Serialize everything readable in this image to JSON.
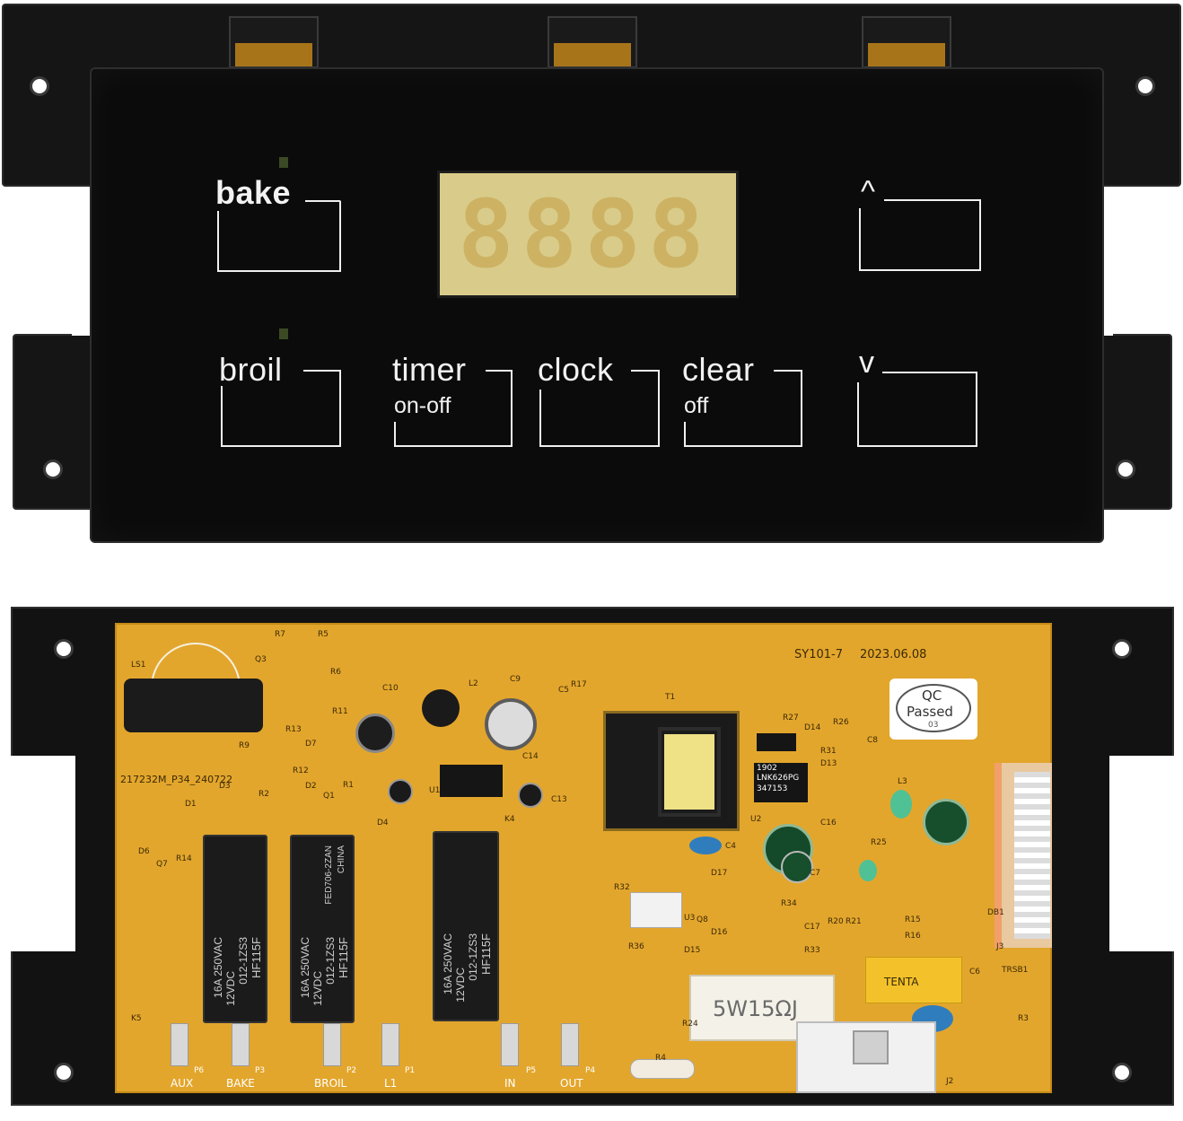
{
  "panel": {
    "display_digits": "8888",
    "buttons": {
      "bake": "bake",
      "broil": "broil",
      "timer": "timer",
      "timer_sub": "on-off",
      "clock": "clock",
      "clear": "clear",
      "clear_sub": "off",
      "up": "^",
      "down": "v"
    }
  },
  "board": {
    "model_silk": "SY101-7",
    "date_silk": "2023.06.08",
    "part_silk": "217232M_P34_240722",
    "qc_label": {
      "line1": "QC",
      "line2": "Passed",
      "line3": "03"
    },
    "relay_model": "HF115F",
    "relay_sub": "012-1ZS3",
    "relay_rating": "16A 250VAC",
    "relay_coil": "12VDC",
    "relay_country": "CHINA",
    "relay_code": "FED706-2ZAN",
    "resistor_label": "5W15ΩJ",
    "x_cap_label": "TENTA",
    "ic_label": "LNK626PG",
    "ic_sub": "347153",
    "ic_code": "1902",
    "connectors": [
      "AUX",
      "BAKE",
      "BROIL",
      "L1",
      "IN",
      "OUT"
    ],
    "connector_ids": [
      "P6",
      "P3",
      "P2",
      "P1",
      "P5",
      "P4"
    ],
    "designators": [
      "LS1",
      "C10",
      "L2",
      "C9",
      "C5",
      "R17",
      "T1",
      "R27",
      "D14",
      "R26",
      "R31",
      "D13",
      "C8",
      "U2",
      "L3",
      "C16",
      "C4",
      "C7",
      "R25",
      "D17",
      "R34",
      "C17",
      "R20",
      "R21",
      "R15",
      "R16",
      "D16",
      "D15",
      "R33",
      "R32",
      "U3",
      "Q8",
      "R36",
      "R24",
      "C6",
      "TRSB1",
      "J2",
      "R4",
      "K4",
      "K5",
      "D1",
      "D6",
      "Q7",
      "R14",
      "D3",
      "R2",
      "D2",
      "Q1",
      "R1",
      "D4",
      "C13",
      "C14",
      "U1",
      "Q3",
      "R7",
      "R5",
      "R6",
      "R11",
      "R12",
      "R9",
      "R13",
      "D7",
      "DB1",
      "J3",
      "R3"
    ]
  }
}
